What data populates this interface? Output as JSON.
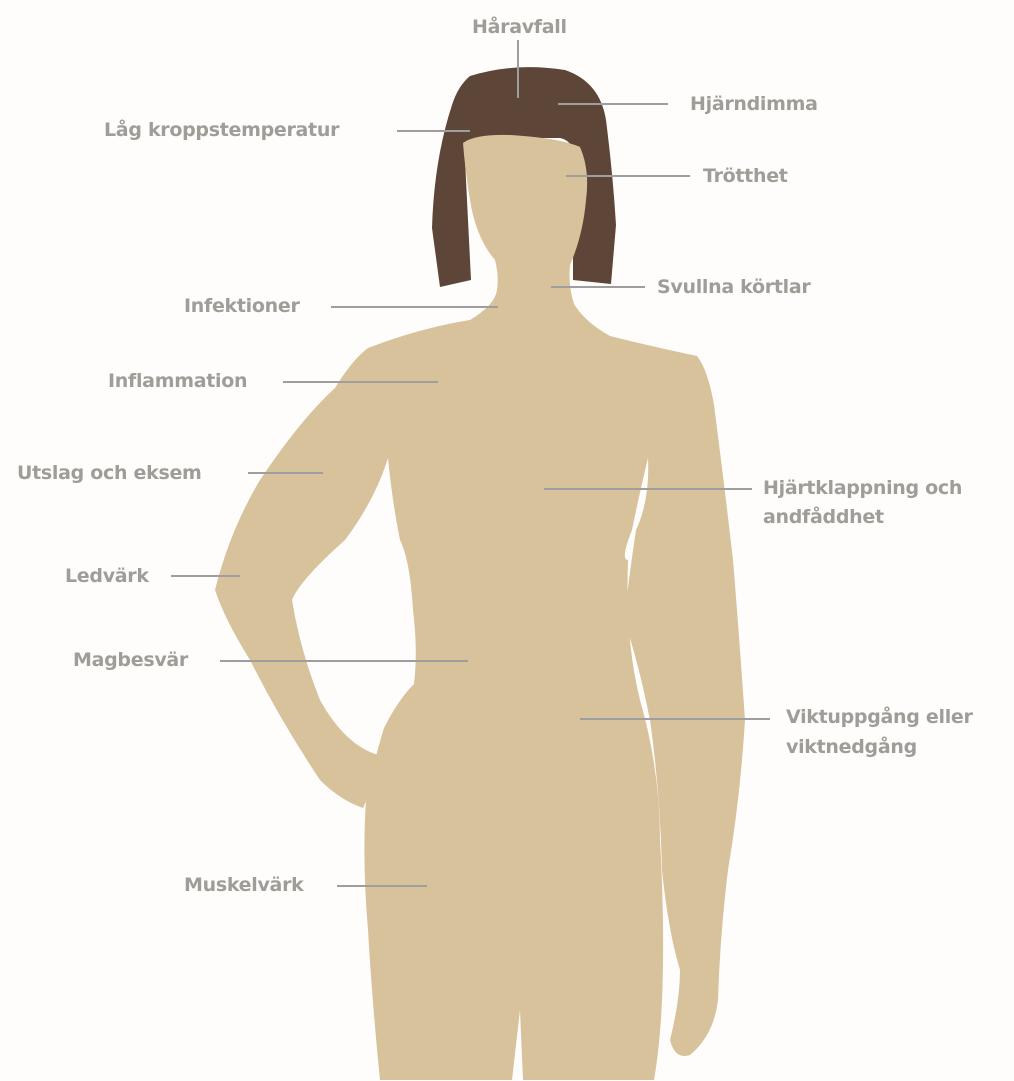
{
  "colors": {
    "skin": "#d7c29c",
    "hair": "#5d4537",
    "leader_line": "#9e9e9e",
    "label_text": "#a09d98",
    "background": "#fefdfb"
  },
  "labels": {
    "haravfall": "Håravfall",
    "hjarndimma": "Hjärndimma",
    "lag_kroppstemperatur": "Låg kroppstemperatur",
    "trotthet": "Trötthet",
    "infektioner": "Infektioner",
    "svullna_kortlar": "Svullna körtlar",
    "inflammation": "Inflammation",
    "utslag_och_eksem": "Utslag och eksem",
    "hjartklappning_line1": "Hjärtklappning och",
    "hjartklappning_line2": "andfåddhet",
    "ledvark": "Ledvärk",
    "magbesvar": "Magbesvär",
    "viktuppgang_line1": "Viktuppgång eller",
    "viktuppgang_line2": "viktnedgång",
    "muskelvark": "Muskelvärk"
  }
}
